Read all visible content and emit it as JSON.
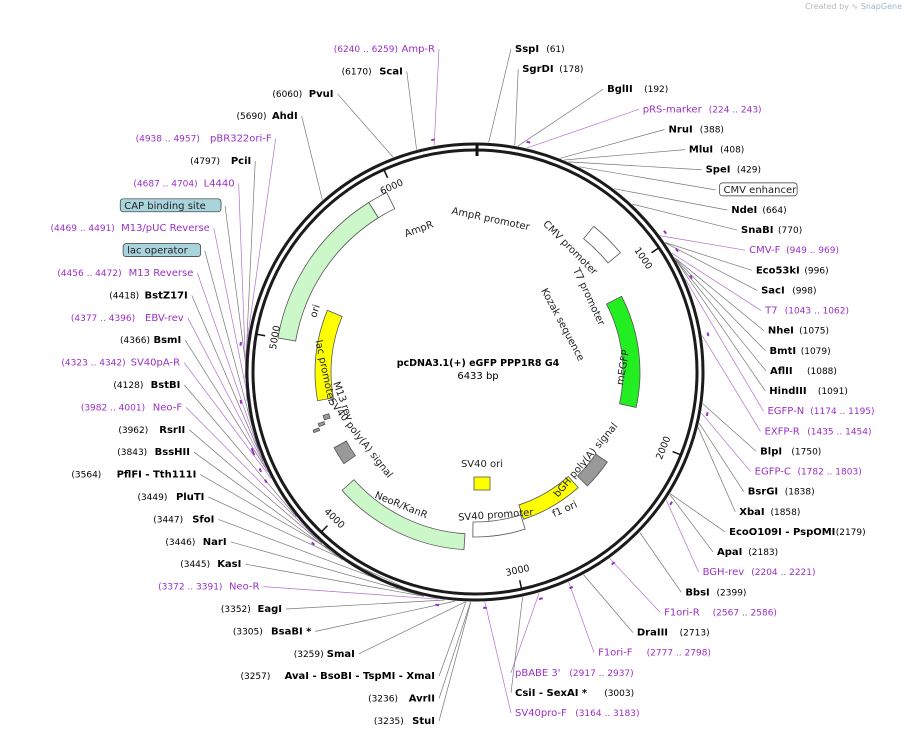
{
  "credit": {
    "prefix": "Created by",
    "brand": "SnapGene"
  },
  "plasmid": {
    "name": "pcDNA3.1(+) eGFP PPP1R8 G4",
    "length_label": "6433 bp",
    "total_bp": 6433
  },
  "colors": {
    "enzyme": "#000000",
    "primer": "#9a2fc4",
    "feature_green": "#ccf7c8",
    "feature_green_dark": "#2c7a2c",
    "ori_yellow": "#ffff00",
    "egfp_green": "#22ee22",
    "orange_primer": "#e8a040",
    "gray_feature": "#999999"
  },
  "ticks": [
    "1000",
    "2000",
    "3000",
    "4000",
    "5000",
    "6000"
  ],
  "sites": [
    {
      "name": "SspI",
      "pos": "(61)",
      "bp": 61,
      "kind": "enzyme",
      "side": "r"
    },
    {
      "name": "SgrDI",
      "pos": "(178)",
      "bp": 178,
      "kind": "enzyme",
      "side": "r"
    },
    {
      "name": "BglII",
      "pos": "(192)",
      "bp": 192,
      "kind": "enzyme",
      "side": "r"
    },
    {
      "name": "pRS-marker",
      "pos": "(224 .. 243)",
      "bp": 234,
      "kind": "primer",
      "side": "r"
    },
    {
      "name": "NruI",
      "pos": "(388)",
      "bp": 388,
      "kind": "enzyme",
      "side": "r"
    },
    {
      "name": "MluI",
      "pos": "(408)",
      "bp": 408,
      "kind": "enzyme",
      "side": "r"
    },
    {
      "name": "SpeI",
      "pos": "(429)",
      "bp": 429,
      "kind": "enzyme",
      "side": "r"
    },
    {
      "name": "CMV enhancer",
      "pos": "",
      "bp": 480,
      "kind": "box",
      "side": "r"
    },
    {
      "name": "NdeI",
      "pos": "(664)",
      "bp": 664,
      "kind": "enzyme",
      "side": "r"
    },
    {
      "name": "SnaBI",
      "pos": "(770)",
      "bp": 770,
      "kind": "enzyme",
      "side": "r"
    },
    {
      "name": "CMV-F",
      "pos": "(949 .. 969)",
      "bp": 959,
      "kind": "primer",
      "side": "r"
    },
    {
      "name": "Eco53kI",
      "pos": "(996)",
      "bp": 996,
      "kind": "enzyme",
      "side": "r"
    },
    {
      "name": "SacI",
      "pos": "(998)",
      "bp": 998,
      "kind": "enzyme",
      "side": "r"
    },
    {
      "name": "T7",
      "pos": "(1043 .. 1062)",
      "bp": 1052,
      "kind": "primer",
      "side": "r"
    },
    {
      "name": "NheI",
      "pos": "(1075)",
      "bp": 1075,
      "kind": "enzyme",
      "side": "r"
    },
    {
      "name": "BmtI",
      "pos": "(1079)",
      "bp": 1079,
      "kind": "enzyme",
      "side": "r"
    },
    {
      "name": "AflII",
      "pos": "(1088)",
      "bp": 1088,
      "kind": "enzyme",
      "side": "r"
    },
    {
      "name": "HindIII",
      "pos": "(1091)",
      "bp": 1091,
      "kind": "enzyme",
      "side": "r"
    },
    {
      "name": "EGFP-N",
      "pos": "(1174 .. 1195)",
      "bp": 1184,
      "kind": "primer",
      "side": "r"
    },
    {
      "name": "EXFP-R",
      "pos": "(1435 .. 1454)",
      "bp": 1444,
      "kind": "primer",
      "side": "r"
    },
    {
      "name": "BlpI",
      "pos": "(1750)",
      "bp": 1750,
      "kind": "enzyme",
      "side": "r"
    },
    {
      "name": "EGFP-C",
      "pos": "(1782 .. 1803)",
      "bp": 1792,
      "kind": "primer",
      "side": "r"
    },
    {
      "name": "BsrGI",
      "pos": "(1838)",
      "bp": 1838,
      "kind": "enzyme",
      "side": "r"
    },
    {
      "name": "XbaI",
      "pos": "(1858)",
      "bp": 1858,
      "kind": "enzyme",
      "side": "r"
    },
    {
      "name": "EcoO109I - PspOMI",
      "pos": "(2179)",
      "bp": 2179,
      "kind": "enzyme",
      "side": "r"
    },
    {
      "name": "ApaI",
      "pos": "(2183)",
      "bp": 2183,
      "kind": "enzyme",
      "side": "r"
    },
    {
      "name": "BGH-rev",
      "pos": "(2204 .. 2221)",
      "bp": 2212,
      "kind": "primer",
      "side": "r"
    },
    {
      "name": "BbsI",
      "pos": "(2399)",
      "bp": 2399,
      "kind": "enzyme",
      "side": "r"
    },
    {
      "name": "F1ori-R",
      "pos": "(2567 .. 2586)",
      "bp": 2576,
      "kind": "primer",
      "side": "r"
    },
    {
      "name": "DraIII",
      "pos": "(2713)",
      "bp": 2713,
      "kind": "enzyme",
      "side": "r"
    },
    {
      "name": "F1ori-F",
      "pos": "(2777 .. 2798)",
      "bp": 2787,
      "kind": "primer",
      "side": "r"
    },
    {
      "name": "pBABE 3'",
      "pos": "(2917 .. 2937)",
      "bp": 2927,
      "kind": "primer",
      "side": "r"
    },
    {
      "name": "CsiI - SexAI *",
      "pos": "(3003)",
      "bp": 3003,
      "kind": "enzyme",
      "side": "r"
    },
    {
      "name": "SV40pro-F",
      "pos": "(3164 .. 3183)",
      "bp": 3173,
      "kind": "primer",
      "side": "r"
    },
    {
      "name": "StuI",
      "pos": "(3235)",
      "bp": 3235,
      "kind": "enzyme",
      "side": "l"
    },
    {
      "name": "AvrII",
      "pos": "(3236)",
      "bp": 3236,
      "kind": "enzyme",
      "side": "l"
    },
    {
      "name": "AvaI - BsoBI - TspMI - XmaI",
      "pos": "(3257)",
      "bp": 3257,
      "kind": "enzyme",
      "side": "l"
    },
    {
      "name": "SmaI",
      "pos": "(3259)",
      "bp": 3259,
      "kind": "enzyme",
      "side": "l"
    },
    {
      "name": "BsaBI *",
      "pos": "(3305)",
      "bp": 3305,
      "kind": "enzyme",
      "side": "l"
    },
    {
      "name": "EagI",
      "pos": "(3352)",
      "bp": 3352,
      "kind": "enzyme",
      "side": "l"
    },
    {
      "name": "Neo-R",
      "pos": "(3372 .. 3391)",
      "bp": 3381,
      "kind": "primer",
      "side": "l"
    },
    {
      "name": "KasI",
      "pos": "(3445)",
      "bp": 3445,
      "kind": "enzyme",
      "side": "l"
    },
    {
      "name": "NarI",
      "pos": "(3446)",
      "bp": 3446,
      "kind": "enzyme",
      "side": "l"
    },
    {
      "name": "SfoI",
      "pos": "(3447)",
      "bp": 3447,
      "kind": "enzyme",
      "side": "l"
    },
    {
      "name": "PluTI",
      "pos": "(3449)",
      "bp": 3449,
      "kind": "enzyme",
      "side": "l"
    },
    {
      "name": "PflFI - Tth111I",
      "pos": "(3564)",
      "bp": 3564,
      "kind": "enzyme",
      "side": "l"
    },
    {
      "name": "BssHII",
      "pos": "(3843)",
      "bp": 3843,
      "kind": "enzyme",
      "side": "l"
    },
    {
      "name": "RsrII",
      "pos": "(3962)",
      "bp": 3962,
      "kind": "enzyme",
      "side": "l"
    },
    {
      "name": "Neo-F",
      "pos": "(3982 .. 4001)",
      "bp": 3991,
      "kind": "primer",
      "side": "l"
    },
    {
      "name": "BstBI",
      "pos": "(4128)",
      "bp": 4128,
      "kind": "enzyme",
      "side": "l"
    },
    {
      "name": "SV40pA-R",
      "pos": "(4323 .. 4342)",
      "bp": 4332,
      "kind": "primer",
      "side": "l"
    },
    {
      "name": "BsmI",
      "pos": "(4366)",
      "bp": 4366,
      "kind": "enzyme",
      "side": "l"
    },
    {
      "name": "EBV-rev",
      "pos": "(4377 .. 4396)",
      "bp": 4386,
      "kind": "primer",
      "side": "l"
    },
    {
      "name": "BstZ17I",
      "pos": "(4418)",
      "bp": 4418,
      "kind": "enzyme",
      "side": "l"
    },
    {
      "name": "M13 Reverse",
      "pos": "(4456 .. 4472)",
      "bp": 4464,
      "kind": "primer",
      "side": "l"
    },
    {
      "name": "lac operator",
      "pos": "",
      "bp": 4480,
      "kind": "box",
      "side": "l"
    },
    {
      "name": "M13/pUC Reverse",
      "pos": "(4469 .. 4491)",
      "bp": 4480,
      "kind": "primer",
      "side": "l"
    },
    {
      "name": "CAP binding site",
      "pos": "",
      "bp": 4510,
      "kind": "box",
      "side": "l"
    },
    {
      "name": "L4440",
      "pos": "(4687 .. 4704)",
      "bp": 4695,
      "kind": "primer",
      "side": "l"
    },
    {
      "name": "PciI",
      "pos": "(4797)",
      "bp": 4797,
      "kind": "enzyme",
      "side": "l"
    },
    {
      "name": "pBR322ori-F",
      "pos": "(4938 .. 4957)",
      "bp": 4947,
      "kind": "primer",
      "side": "l"
    },
    {
      "name": "AhdI",
      "pos": "(5690)",
      "bp": 5690,
      "kind": "enzyme",
      "side": "l"
    },
    {
      "name": "PvuI",
      "pos": "(6060)",
      "bp": 6060,
      "kind": "enzyme",
      "side": "l"
    },
    {
      "name": "ScaI",
      "pos": "(6170)",
      "bp": 6170,
      "kind": "enzyme",
      "side": "l"
    },
    {
      "name": "Amp-R",
      "pos": "(6240 .. 6259)",
      "bp": 6250,
      "kind": "primer",
      "side": "l"
    }
  ],
  "features": [
    {
      "label": "AmpR",
      "start": 5000,
      "end": 5860,
      "dir": "ccw",
      "color": "#ccf7c8"
    },
    {
      "label": "AmpR promoter",
      "start": 5860,
      "end": 5965,
      "dir": "ccw",
      "color": "#ffffff"
    },
    {
      "label": "ori",
      "start": 4640,
      "end": 5230,
      "dir": "ccw",
      "color": "#ffff00"
    },
    {
      "label": "CMV promoter",
      "start": 700,
      "end": 905,
      "dir": "cw",
      "color": "#ffffff"
    },
    {
      "label": "T7 promoter",
      "start": 1043,
      "end": 1062,
      "dir": "cw",
      "color": "#ffffff"
    },
    {
      "label": "Kozak sequence",
      "start": 1095,
      "end": 1105,
      "dir": "cw",
      "color": "#ffffff"
    },
    {
      "label": "mEGFP",
      "start": 1120,
      "end": 1830,
      "dir": "cw",
      "color": "#22ee22"
    },
    {
      "label": "bGH poly(A) signal",
      "start": 2220,
      "end": 2420,
      "dir": "none",
      "color": "#999999"
    },
    {
      "label": "f1 ori",
      "start": 2470,
      "end": 2890,
      "dir": "ccw",
      "color": "#ffff00"
    },
    {
      "label": "SV40 promoter",
      "start": 2900,
      "end": 3230,
      "dir": "ccw",
      "color": "#ffffff"
    },
    {
      "label": "NeoR/KanR",
      "start": 3280,
      "end": 4080,
      "dir": "ccw",
      "color": "#ccf7c8"
    },
    {
      "label": "SV40 poly(A) signal",
      "start": 4200,
      "end": 4320,
      "dir": "none",
      "color": "#999999"
    },
    {
      "label": "M13 rev",
      "start": 4456,
      "end": 4472,
      "dir": "none",
      "color": "#999999"
    },
    {
      "label": "lac operator",
      "start": 4480,
      "end": 4500,
      "dir": "none",
      "color": "#999999"
    },
    {
      "label": "lac promoter",
      "start": 4510,
      "end": 4540,
      "dir": "none",
      "color": "#999999"
    },
    {
      "label": "SV40 ori",
      "start": 0,
      "end": 0,
      "dir": "none",
      "color": "#ffff00"
    }
  ]
}
